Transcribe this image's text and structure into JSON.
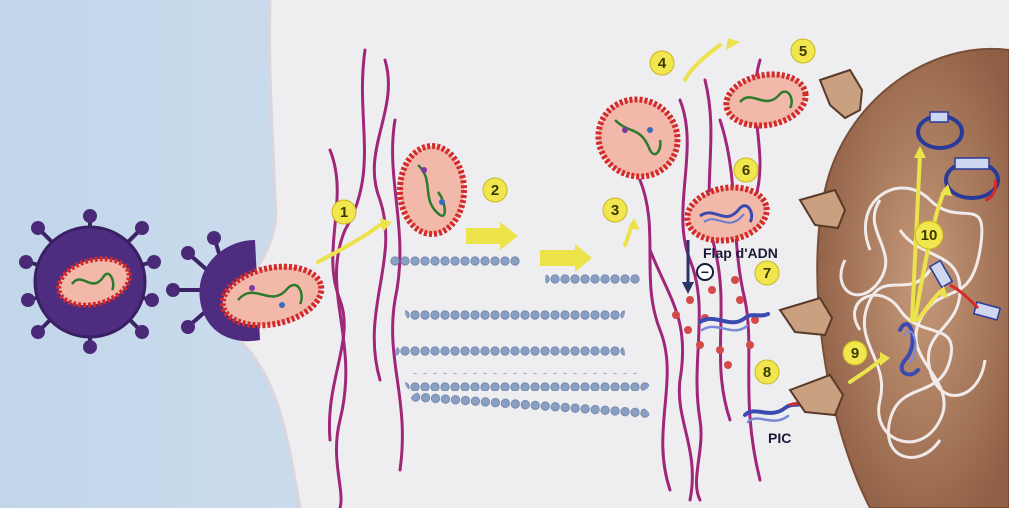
{
  "steps": [
    "1",
    "2",
    "3",
    "4",
    "5",
    "6",
    "7",
    "8",
    "9",
    "10"
  ],
  "labels": {
    "flap": "Flap d'ADN",
    "minus": "−",
    "pic": "PIC"
  },
  "colors": {
    "background_left": "#bcd2e6",
    "cytoplasm": "#ecebee",
    "nucleus": "#b9896a",
    "filament": "#a0267a",
    "microtubule": "#7f96b8",
    "capsid_fill": "#f2b9aa",
    "capsid_rim": "#d42a2a",
    "arrow": "#ece24a",
    "step_badge": "#f1e64d",
    "virion": "#4a2a78"
  }
}
